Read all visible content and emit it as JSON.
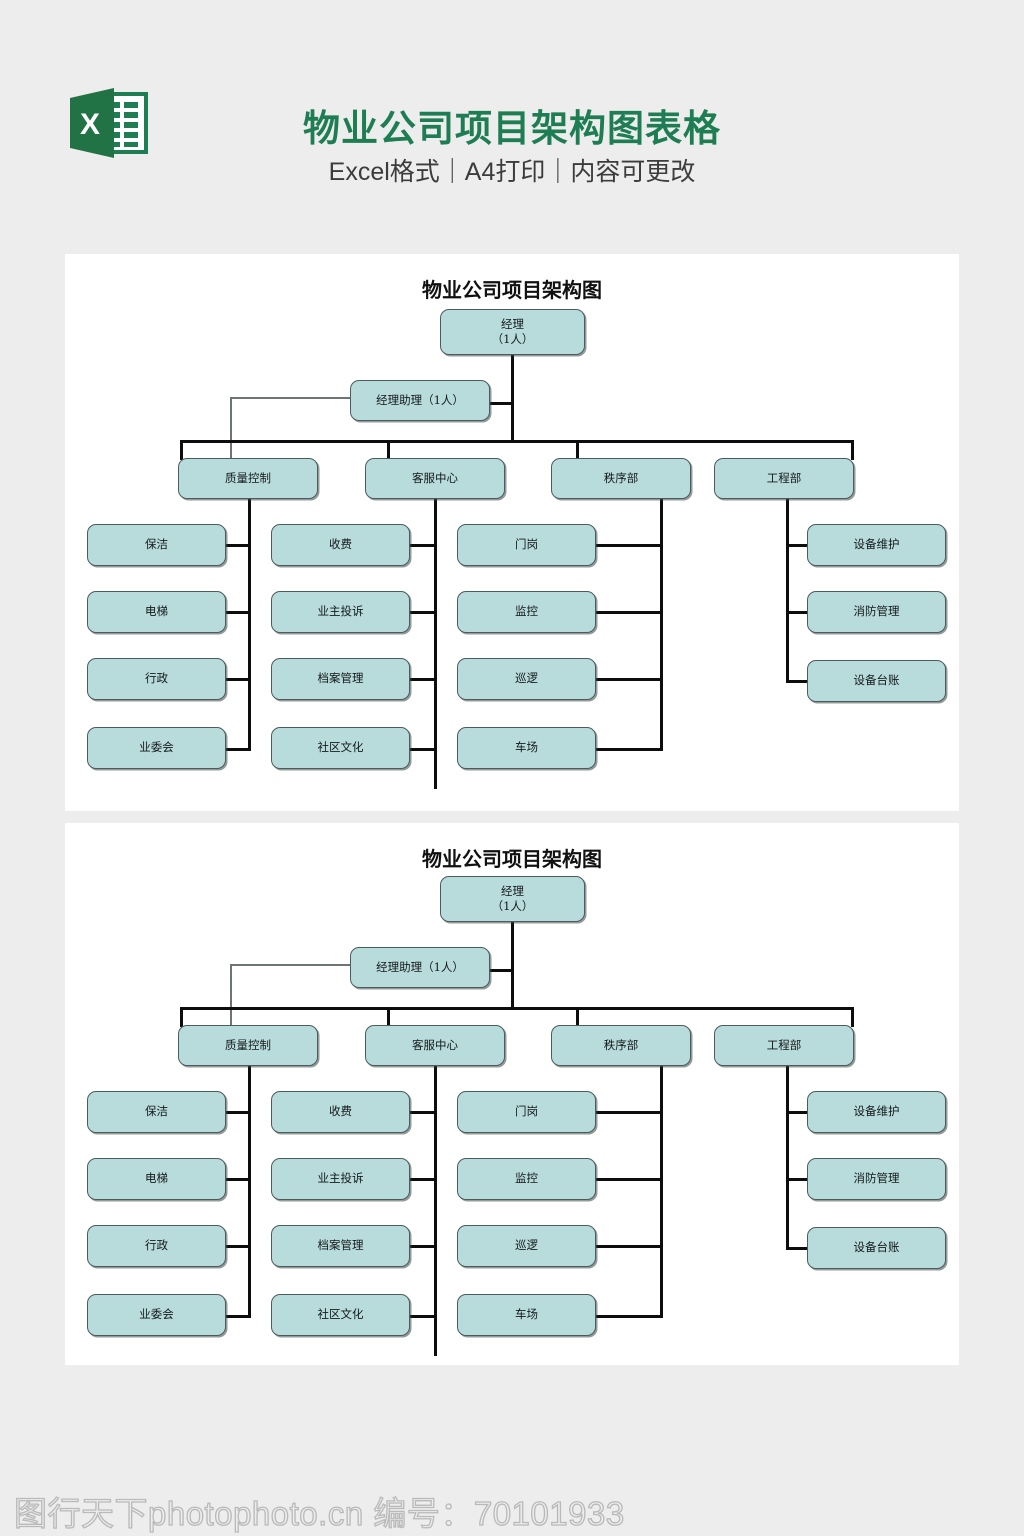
{
  "header": {
    "logo_icon": "excel-logo-icon",
    "title": "物业公司项目架构图表格",
    "subtitle": "Excel格式｜A4打印｜内容可更改",
    "title_color": "#1e7d52",
    "subtitle_color": "#3c3c3c"
  },
  "chart_data": {
    "type": "diagram",
    "diagram_type": "org-chart",
    "title": "物业公司项目架构图",
    "node_fill": "#b8dcdc",
    "node_border": "#4c5c5c",
    "connector_color": "#0d0d0d",
    "levels": [
      {
        "level": 1,
        "nodes": [
          {
            "id": "manager",
            "label_line1": "经理",
            "label_line2": "（1人）"
          }
        ]
      },
      {
        "level": 2,
        "nodes": [
          {
            "id": "assistant",
            "label_line1": "经理助理（1人）"
          }
        ]
      },
      {
        "level": 3,
        "nodes": [
          {
            "id": "dept-quality",
            "label_line1": "质量控制"
          },
          {
            "id": "dept-service",
            "label_line1": "客服中心"
          },
          {
            "id": "dept-order",
            "label_line1": "秩序部"
          },
          {
            "id": "dept-engineering",
            "label_line1": "工程部"
          }
        ]
      }
    ],
    "columns": [
      {
        "parent": "质量控制",
        "side": "left",
        "children": [
          "保洁",
          "电梯",
          "行政",
          "业委会"
        ]
      },
      {
        "parent": "客服中心",
        "side": "left",
        "children": [
          "收费",
          "业主投诉",
          "档案管理",
          "社区文化"
        ]
      },
      {
        "parent": "秩序部",
        "side": "left",
        "children": [
          "门岗",
          "监控",
          "巡逻",
          "车场"
        ]
      },
      {
        "parent": "工程部",
        "side": "right",
        "children": [
          "设备维护",
          "消防管理",
          "设备台账"
        ]
      }
    ]
  },
  "panels": [
    {
      "id": "panel-1",
      "title": "物业公司项目架构图"
    },
    {
      "id": "panel-2",
      "title": "物业公司项目架构图"
    }
  ],
  "nodes": {
    "manager_l1": "经理",
    "manager_l2": "（1人）",
    "assistant": "经理助理（1人）",
    "dept1": "质量控制",
    "dept2": "客服中心",
    "dept3": "秩序部",
    "dept4": "工程部",
    "c1a": "保洁",
    "c1b": "电梯",
    "c1c": "行政",
    "c1d": "业委会",
    "c2a": "收费",
    "c2b": "业主投诉",
    "c2c": "档案管理",
    "c2d": "社区文化",
    "c3a": "门岗",
    "c3b": "监控",
    "c3c": "巡逻",
    "c3d": "车场",
    "c4a": "设备维护",
    "c4b": "消防管理",
    "c4c": "设备台账"
  },
  "footer": {
    "watermark": "图行天下photophoto.cn  编号：70101933"
  }
}
